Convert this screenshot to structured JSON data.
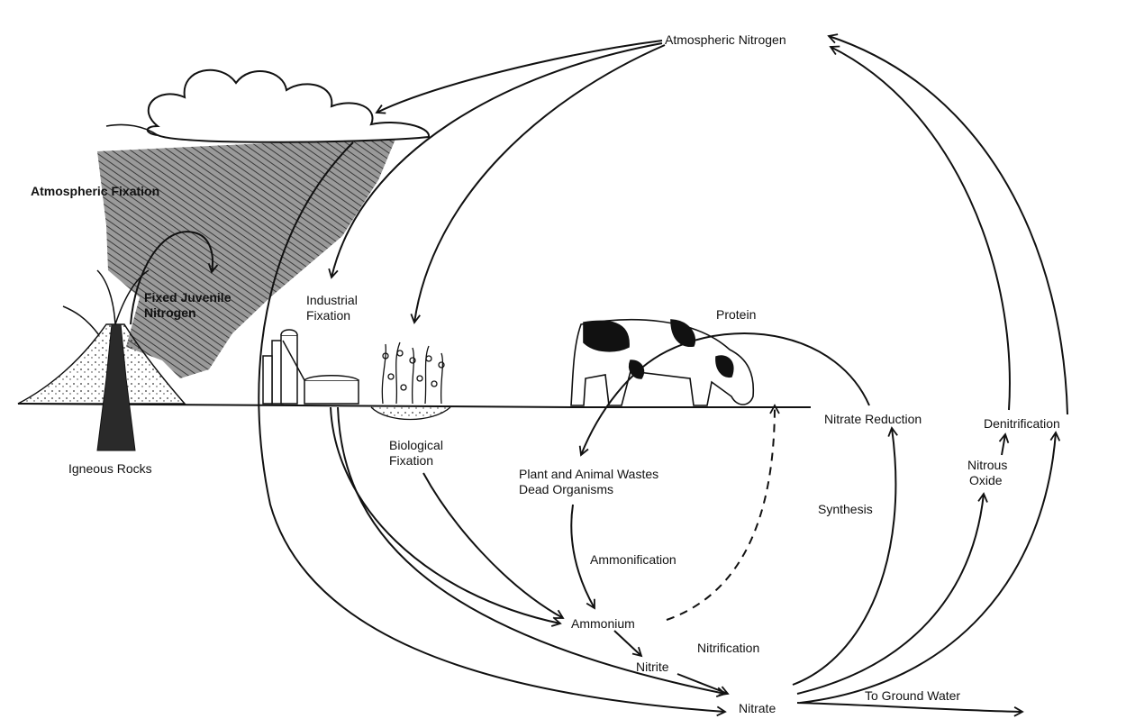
{
  "colors": {
    "ink": "#111111",
    "hatch": "#555555",
    "paper": "#ffffff"
  },
  "labels": {
    "atmospheric_nitrogen": "Atmospheric Nitrogen",
    "atmospheric_fixation": "Atmospheric Fixation",
    "fixed_juvenile_nitrogen_1": "Fixed Juvenile",
    "fixed_juvenile_nitrogen_2": "Nitrogen",
    "igneous_rocks": "Igneous Rocks",
    "industrial_fixation_1": "Industrial",
    "industrial_fixation_2": "Fixation",
    "biological_fixation_1": "Biological",
    "biological_fixation_2": "Fixation",
    "protein": "Protein",
    "wastes_1": "Plant and Animal Wastes",
    "wastes_2": "Dead Organisms",
    "ammonification": "Ammonification",
    "ammonium": "Ammonium",
    "nitrite": "Nitrite",
    "nitrification": "Nitrification",
    "nitrate": "Nitrate",
    "to_ground_water": "To Ground Water",
    "synthesis": "Synthesis",
    "nitrate_reduction": "Nitrate Reduction",
    "denitrification": "Denitrification",
    "nitrous_oxide_1": "Nitrous",
    "nitrous_oxide_2": "Oxide"
  },
  "illustrations": {
    "cloud": "cloud",
    "rain": "rain-hatching",
    "volcano": "volcano",
    "factory": "factory-silos",
    "plants": "legume-plants",
    "cow": "cow"
  }
}
